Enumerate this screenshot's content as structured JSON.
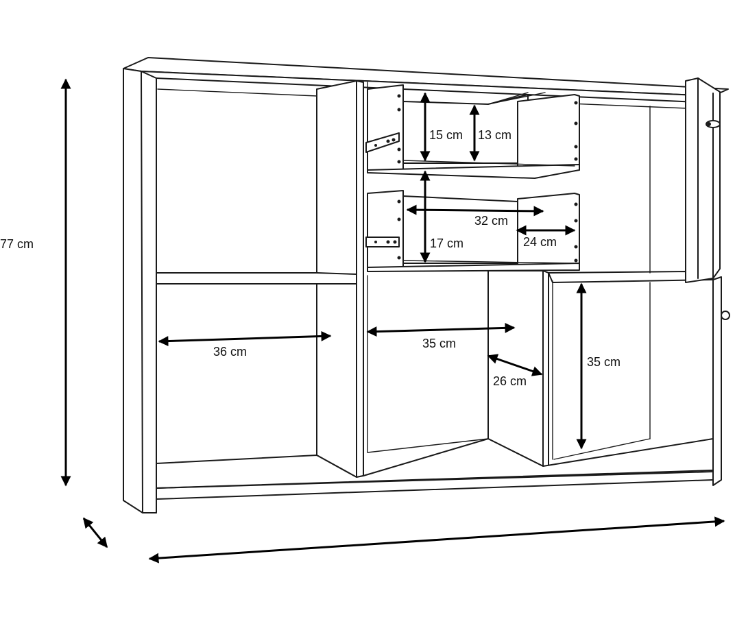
{
  "diagram": {
    "labels": {
      "height_total": "77 cm",
      "drawer_top_outer": "15 cm",
      "drawer_top_inner": "13 cm",
      "drawer_width": "32 cm",
      "drawer_depth": "24 cm",
      "drawer_bottom_height": "17 cm",
      "left_compartment_width": "36 cm",
      "middle_compartment_width": "35 cm",
      "compartment_depth": "26 cm",
      "right_compartment_height": "35 cm"
    }
  }
}
